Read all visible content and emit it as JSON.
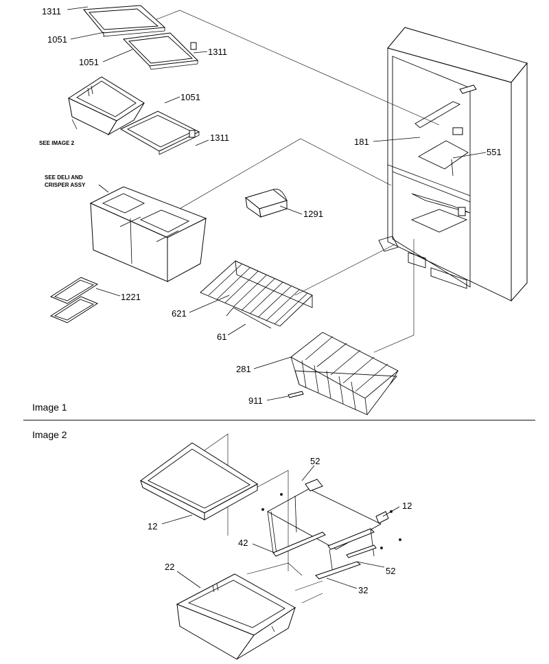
{
  "image1": {
    "caption": "Image 1",
    "callouts": [
      {
        "id": "c1311a",
        "text": "1311"
      },
      {
        "id": "c1051a",
        "text": "1051"
      },
      {
        "id": "c1051b",
        "text": "1051"
      },
      {
        "id": "c1311b",
        "text": "1311"
      },
      {
        "id": "c1051c",
        "text": "1051"
      },
      {
        "id": "c1311c",
        "text": "1311"
      },
      {
        "id": "c181",
        "text": "181"
      },
      {
        "id": "c551",
        "text": "551"
      },
      {
        "id": "c1291",
        "text": "1291"
      },
      {
        "id": "c1221",
        "text": "1221"
      },
      {
        "id": "c621",
        "text": "621"
      },
      {
        "id": "c61",
        "text": "61"
      },
      {
        "id": "c281",
        "text": "281"
      },
      {
        "id": "c911",
        "text": "911"
      }
    ],
    "notes": {
      "see_image2": "SEE IMAGE 2",
      "deli_line1": "SEE DELI AND",
      "deli_line2": "CRISPER ASSY"
    }
  },
  "image2": {
    "caption": "Image 2",
    "callouts": [
      {
        "id": "c52a",
        "text": "52"
      },
      {
        "id": "c12a",
        "text": "12"
      },
      {
        "id": "c12b",
        "text": "12"
      },
      {
        "id": "c42",
        "text": "42"
      },
      {
        "id": "c22",
        "text": "22"
      },
      {
        "id": "c52b",
        "text": "52"
      },
      {
        "id": "c32",
        "text": "32"
      }
    ]
  }
}
